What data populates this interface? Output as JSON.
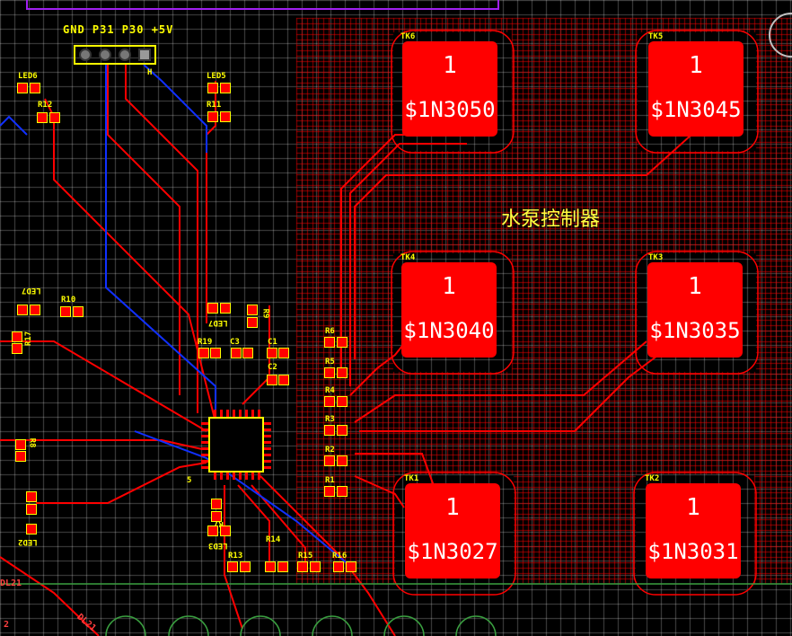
{
  "board_title": "水泵控制器",
  "header": {
    "label": "GND P31 P30 +5V",
    "ref": "H"
  },
  "big_pads": [
    {
      "ref": "TK6",
      "pin": "1",
      "net": "$1N3050"
    },
    {
      "ref": "TK5",
      "pin": "1",
      "net": "$1N3045"
    },
    {
      "ref": "TK4",
      "pin": "1",
      "net": "$1N3040"
    },
    {
      "ref": "TK3",
      "pin": "1",
      "net": "$1N3035"
    },
    {
      "ref": "TK1",
      "pin": "1",
      "net": "$1N3027"
    },
    {
      "ref": "TK2",
      "pin": "1",
      "net": "$1N3031"
    }
  ],
  "silkscreen": {
    "led6": "LED6",
    "led5": "LED5",
    "r12": "R12",
    "r11": "R11",
    "led7": "LED7",
    "r10": "R10",
    "r17": "R17",
    "led_c": "LED7",
    "r9": "R9",
    "r19": "R19",
    "c3": "C3",
    "c1": "C1",
    "c2": "C2",
    "r6": "R6",
    "r5": "R5",
    "r4": "R4",
    "r3": "R3",
    "r2": "R2",
    "r1": "R1",
    "u": "5",
    "led2": "LED2",
    "r8": "R8",
    "led3": "LED3",
    "r7": "R7",
    "r13": "R13",
    "r14": "R14",
    "r15": "R15",
    "r16": "R16",
    "dl21": "DL21",
    "dl21b": "DL21",
    "two": "2"
  },
  "colors": {
    "copper_top": "#ff0000",
    "copper_bottom": "#1030ff",
    "silkscreen": "#ffff00",
    "grid": "#ffffff",
    "board_edge": "#a020f0"
  }
}
